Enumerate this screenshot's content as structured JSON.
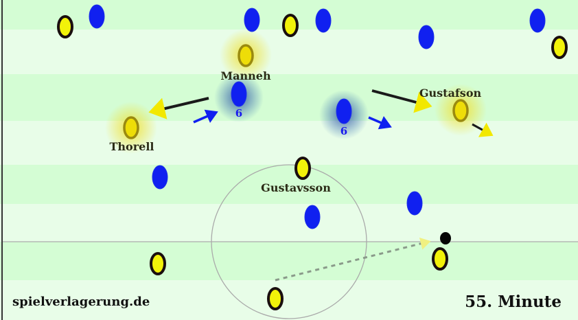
{
  "title": "55. Minute",
  "watermark": "spielverlagerung.de",
  "players": {
    "manneh": {
      "name": "Manneh"
    },
    "thorell": {
      "name": "Thorell"
    },
    "gustafson": {
      "name": "Gustafson"
    },
    "gustavsson": {
      "name": "Gustavsson"
    }
  },
  "opponents": {
    "six_left": {
      "number": "6"
    },
    "six_right": {
      "number": "6"
    }
  },
  "colors": {
    "band_dark": "#d4fdd4",
    "band_light": "#e8fde8",
    "team_yellow": "#f2f20a",
    "team_blue": "#1020f0",
    "ring_black": "#1a0f0f",
    "ring_highlight": "#9a8a10"
  }
}
